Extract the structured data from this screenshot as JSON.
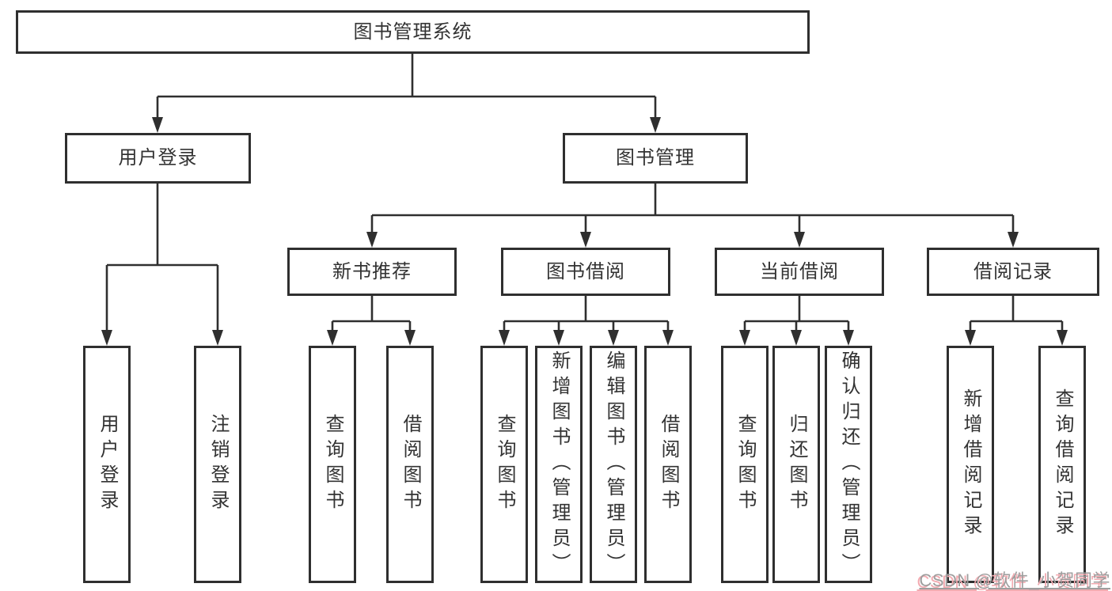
{
  "diagram_title": "图书管理系统",
  "nodes": {
    "root": "图书管理系统",
    "user_login": "用户登录",
    "book_management": "图书管理",
    "new_book_recommend": "新书推荐",
    "book_borrow": "图书借阅",
    "current_borrow": "当前借阅",
    "borrow_records": "借阅记录",
    "leaf_user_login": "用户登录",
    "leaf_logout": "注销登录",
    "leaf_nbr_query_book": "查询图书",
    "leaf_nbr_borrow_book": "借阅图书",
    "leaf_bb_query_book": "查询图书",
    "leaf_bb_add_book_admin": "新增图书（管理员）",
    "leaf_bb_edit_book_admin": "编辑图书（管理员）",
    "leaf_bb_borrow_book": "借阅图书",
    "leaf_cb_query_book": "查询图书",
    "leaf_cb_return_book": "归还图书",
    "leaf_cb_confirm_return_admin": "确认归还（管理员）",
    "leaf_br_add_record": "新增借阅记录",
    "leaf_br_query_record": "查询借阅记录"
  },
  "watermark": {
    "text": "CSDN @软件_小贺同学",
    "text_color": "#9e9e9e",
    "accent_color": "#f3abb1"
  },
  "colors": {
    "line": "#2f2f2f",
    "text": "#333333",
    "background": "#ffffff"
  }
}
